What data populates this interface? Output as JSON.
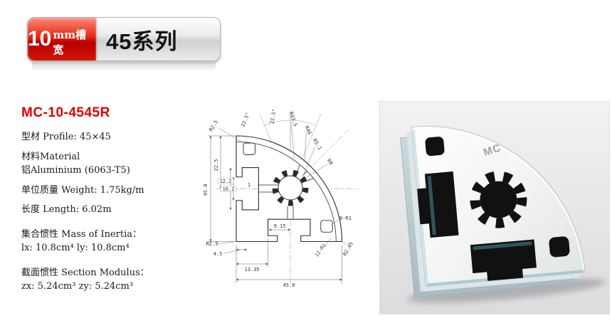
{
  "header": {
    "slot_num": "10",
    "slot_unit": "mm槽宽",
    "series": "45系列"
  },
  "product": {
    "code": "MC-10-4545R",
    "lines": [
      "型材 Profile: 45×45",
      "材料Material",
      "铝Aluminium (6063-T5)",
      "单位质量 Weight: 1.75kg/m",
      "长度 Length: 6.02m",
      "集合惯性 Mass of Inertia：",
      "lx: 10.8cm⁴  ly: 10.8cm⁴",
      "截面惯性 Section Modulus：",
      "zx: 5.24cm³  zy: 5.24cm³"
    ]
  },
  "drawing": {
    "labels": {
      "r25_top": "R2.5",
      "ang_left": "22.5°",
      "ang_right": "22.5°",
      "r435": "R43.5",
      "r46": "R46",
      "r51": "R5.1",
      "r8": "R8",
      "h45": "45.0",
      "h225": "22.5",
      "d122": "12.2",
      "d102": "10.2",
      "d1": "1",
      "d915": "9.15",
      "c8r1": "8-R1",
      "r25_bl": "R2.5",
      "d45_small": "4.5",
      "d1335": "13.35",
      "c12r1": "12-R1",
      "r245": "R2.45",
      "w45": "45.0"
    }
  },
  "photo": {
    "brand": "MC"
  },
  "colors": {
    "accent_red": "#cc1100",
    "photo_teal": "#8fc2cc",
    "aluminium_face": "#f2f3f3"
  }
}
